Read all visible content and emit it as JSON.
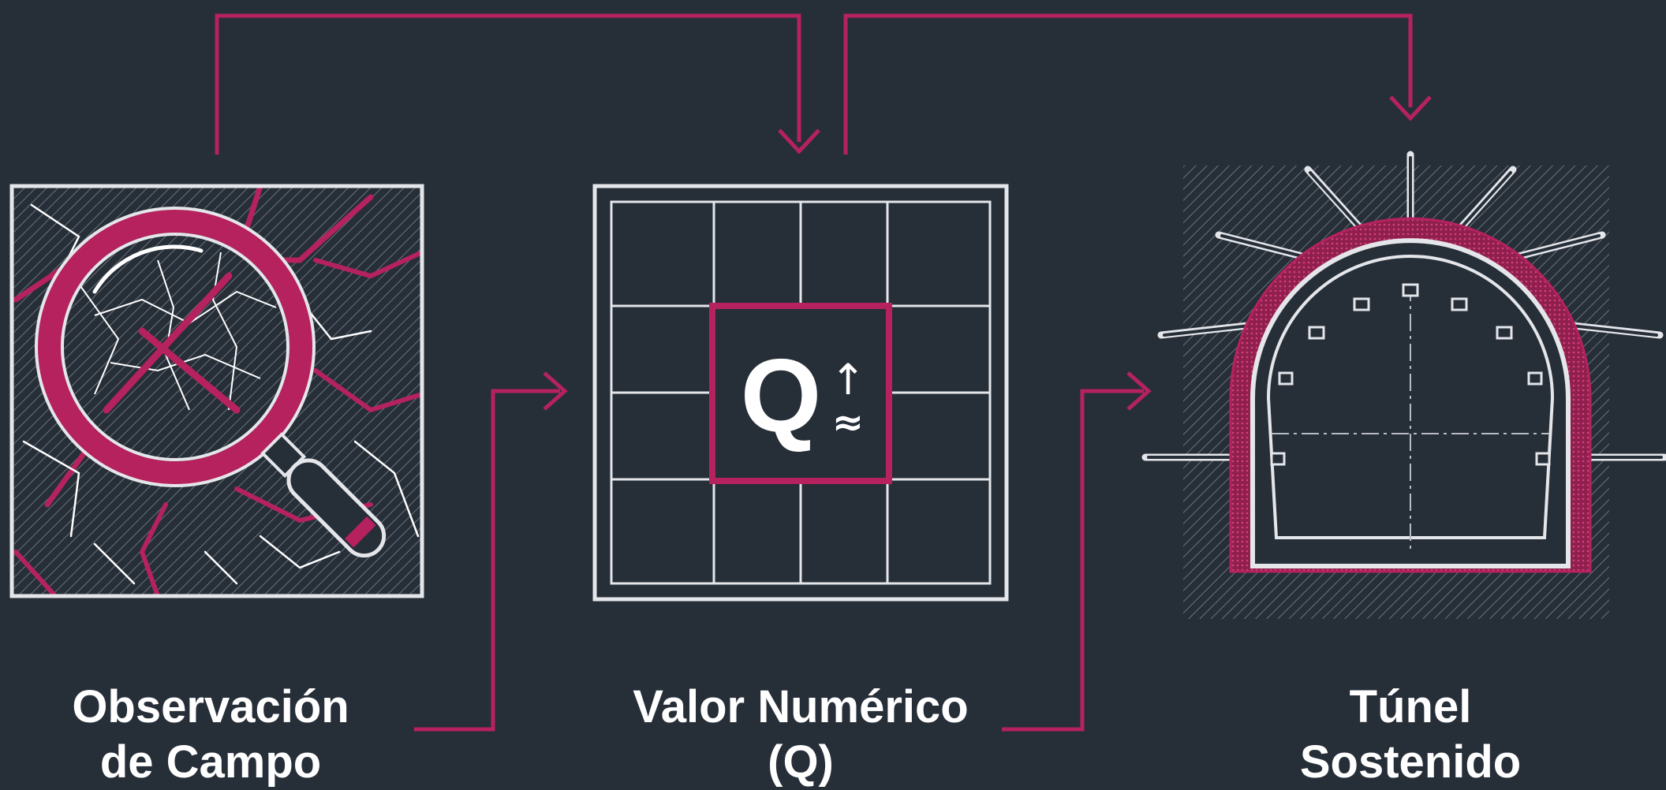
{
  "colors": {
    "background": "#262e38",
    "accent": "#b5225e",
    "line": "#e4e6ea",
    "hatch": "#6c727a"
  },
  "steps": [
    {
      "line1": "Observación",
      "line2": "de Campo",
      "icon": "magnifying-glass-rock-mass-icon"
    },
    {
      "line1": "Valor Numérico",
      "line2": "(Q)",
      "icon": "q-value-grid-icon"
    },
    {
      "line1": "Túnel",
      "line2": "Sostenido",
      "icon": "supported-tunnel-icon"
    }
  ],
  "q_box": {
    "letter": "Q",
    "up_symbol": "↑",
    "approx_symbol": "≈"
  }
}
